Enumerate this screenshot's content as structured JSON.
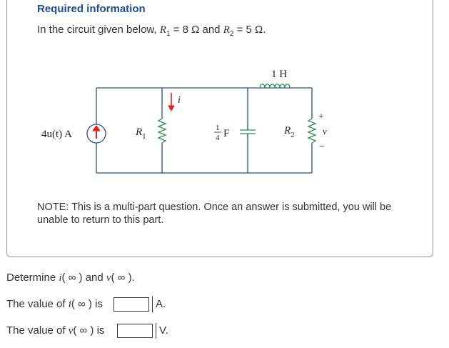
{
  "header": {
    "title": "Required information",
    "intro_prefix": "In the circuit given below, ",
    "r1_sym": "R",
    "r1_sub": "1",
    "r1_val": " = 8 Ω and ",
    "r2_sym": "R",
    "r2_sub": "2",
    "r2_val": " = 5 Ω."
  },
  "circuit": {
    "source_label": "4u(t) A",
    "r1_label": "R",
    "r1_sub": "1",
    "current_label": "i",
    "cap_num": "1",
    "cap_den": "4",
    "cap_unit": "F",
    "inductor_label": "1 H",
    "r2_label": "R",
    "r2_sub": "2",
    "v_plus": "+",
    "v_label": "v",
    "v_minus": "−"
  },
  "note": "NOTE: This is a multi-part question. Once an answer is submitted, you will be unable to return to this part.",
  "question": {
    "text_a": "Determine ",
    "i_sym": "i",
    "inf": "( ∞ ) and ",
    "v_sym": "v",
    "inf2": "( ∞ )."
  },
  "answers": [
    {
      "prefix": "The value of ",
      "sym": "i",
      "suffix": "( ∞ ) is",
      "value": "",
      "unit": "A."
    },
    {
      "prefix": "The value of ",
      "sym": "v",
      "suffix": "( ∞ ) is",
      "value": "",
      "unit": "V."
    }
  ]
}
